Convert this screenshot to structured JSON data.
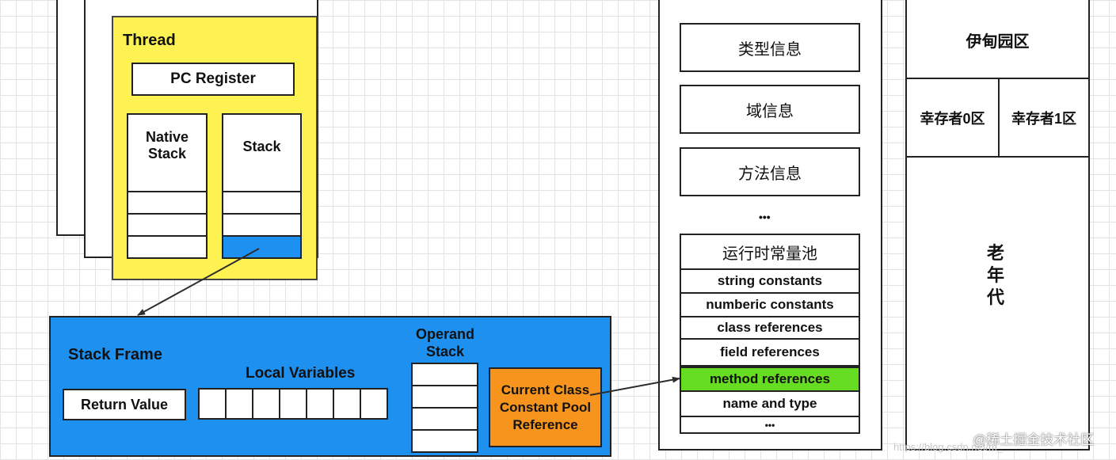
{
  "thread": {
    "title": "Thread",
    "pc_register": "PC Register",
    "native_stack": "Native\nStack",
    "stack": "Stack"
  },
  "stack_frame": {
    "title": "Stack Frame",
    "return_value": "Return Value",
    "local_variables": "Local Variables",
    "operand_stack": "Operand\nStack",
    "current_class": "Current Class\nConstant Pool\nReference"
  },
  "method_area": {
    "items": [
      "类型信息",
      "域信息",
      "方法信息"
    ],
    "ellipsis": "•••",
    "runtime_pool": {
      "title": "运行时常量池",
      "rows": [
        "string constants",
        "numberic constants",
        "class references",
        "field references",
        "method references",
        "name and type"
      ],
      "ellipsis": "•••"
    }
  },
  "heap": {
    "eden": "伊甸园区",
    "survivor0": "幸存者0区",
    "survivor1": "幸存者1区",
    "old_gen": "老\n年\n代"
  },
  "watermark": {
    "text": "@稀土掘金技术社区",
    "faint": "https://blog.csdn.net/m_"
  },
  "colors": {
    "thread_bg": "#fef253",
    "stack_frame_bg": "#1e90f0",
    "highlight_cell": "#1e90f0",
    "current_class_bg": "#f7941d",
    "method_ref_bg": "#66dd22"
  }
}
